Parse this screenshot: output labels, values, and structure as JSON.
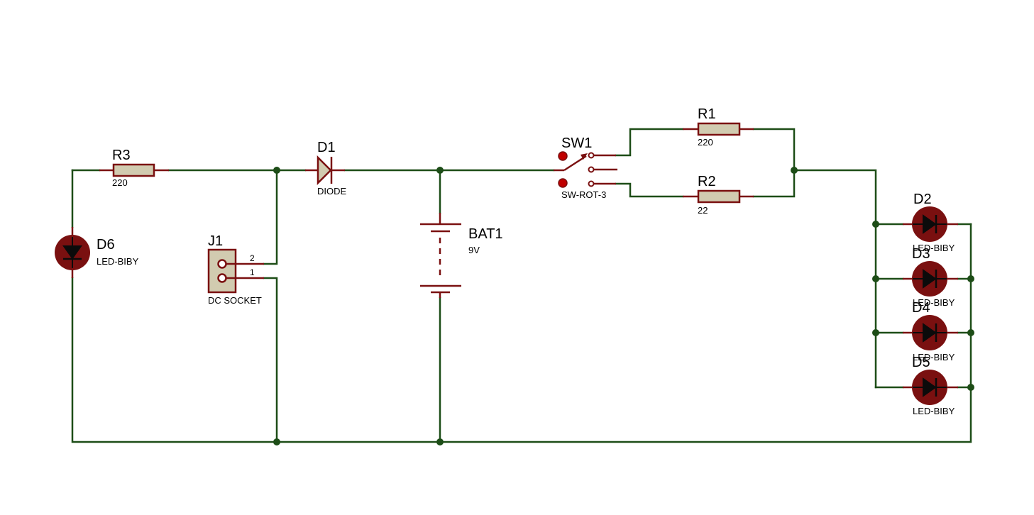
{
  "components": {
    "r3": {
      "ref": "R3",
      "value": "220"
    },
    "d1": {
      "ref": "D1",
      "value": "DIODE"
    },
    "d6": {
      "ref": "D6",
      "value": "LED-BIBY"
    },
    "j1": {
      "ref": "J1",
      "value": "DC SOCKET",
      "pin2": "2",
      "pin1": "1"
    },
    "bat1": {
      "ref": "BAT1",
      "value": "9V"
    },
    "sw1": {
      "ref": "SW1",
      "value": "SW-ROT-3"
    },
    "r1": {
      "ref": "R1",
      "value": "220"
    },
    "r2": {
      "ref": "R2",
      "value": "22"
    },
    "d2": {
      "ref": "D2",
      "value": "LED-BIBY"
    },
    "d3": {
      "ref": "D3",
      "value": "LED-BIBY"
    },
    "d4": {
      "ref": "D4",
      "value": "LED-BIBY"
    },
    "d5": {
      "ref": "D5",
      "value": "LED-BIBY"
    }
  },
  "colors": {
    "wire": "#1d4d17",
    "component_outline": "#7a1010",
    "resistor_fill": "#d1cbb0",
    "background": "#ffffff"
  }
}
